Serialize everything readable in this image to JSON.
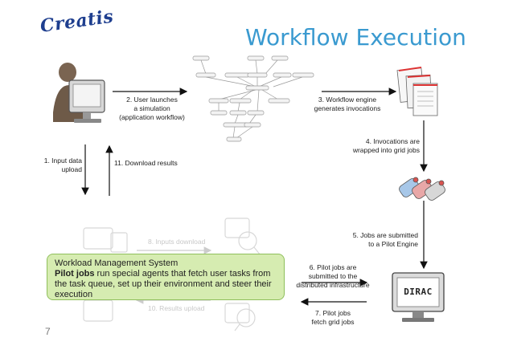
{
  "logo": {
    "text": "Creatis"
  },
  "title": "Workflow Execution",
  "steps": {
    "s1": "1. Input data\nupload",
    "s2": "2. User launches\na simulation\n(application workflow)",
    "s3": "3. Workflow engine\ngenerates invocations",
    "s4": "4. Invocations are\nwrapped into grid jobs",
    "s5": "5. Jobs are submitted\nto a Pilot Engine",
    "s6": "6. Pilot jobs are\nsubmitted to the\ndistributed infrastructure",
    "s7": "7. Pilot jobs\nfetch grid jobs",
    "s8": "8. Inputs download",
    "s10": "10. Results upload",
    "s11": "11. Download results"
  },
  "wms": {
    "title": "Workload Management System",
    "bold": "Pilot jobs",
    "text": " run special agents that fetch user tasks from the task queue, set up their environment and steer their execution"
  },
  "pilot_engine_logo": "DIRAC",
  "page_number": "7"
}
